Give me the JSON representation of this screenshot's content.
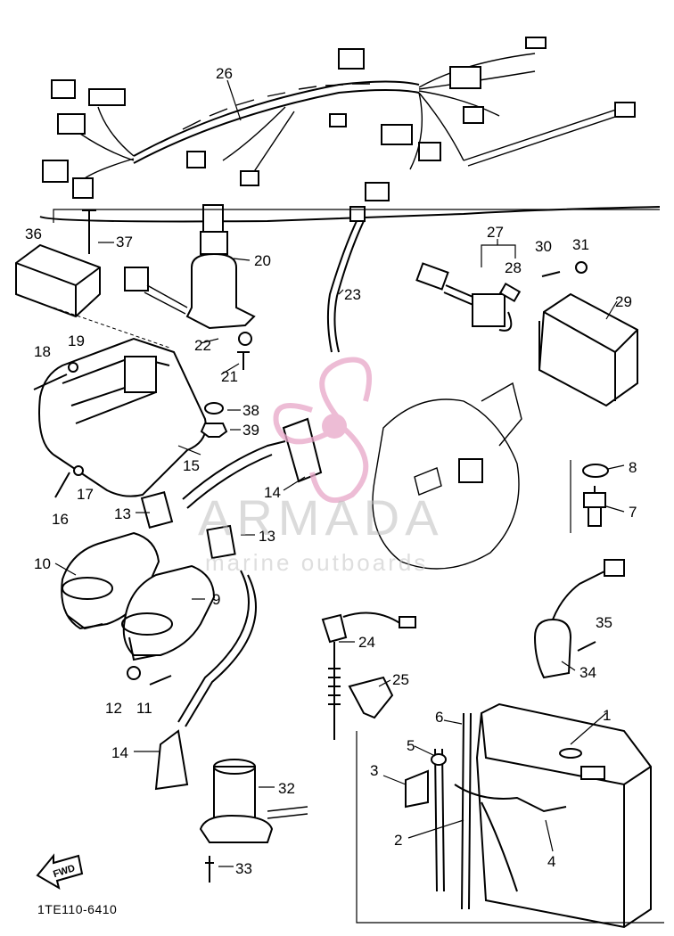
{
  "diagram_ref": "1TE110-6410",
  "watermark": {
    "brand": "ARMADA",
    "tagline": "marine outboards",
    "color": "#e8a6c8"
  },
  "fwd_arrow": "FWD",
  "callouts": [
    "1",
    "2",
    "3",
    "4",
    "5",
    "6",
    "7",
    "8",
    "9",
    "10",
    "11",
    "12",
    "13",
    "13",
    "14",
    "14",
    "15",
    "16",
    "17",
    "18",
    "19",
    "20",
    "21",
    "22",
    "23",
    "24",
    "25",
    "26",
    "27",
    "28",
    "29",
    "30",
    "31",
    "32",
    "33",
    "34",
    "35",
    "36",
    "37",
    "38",
    "39"
  ]
}
